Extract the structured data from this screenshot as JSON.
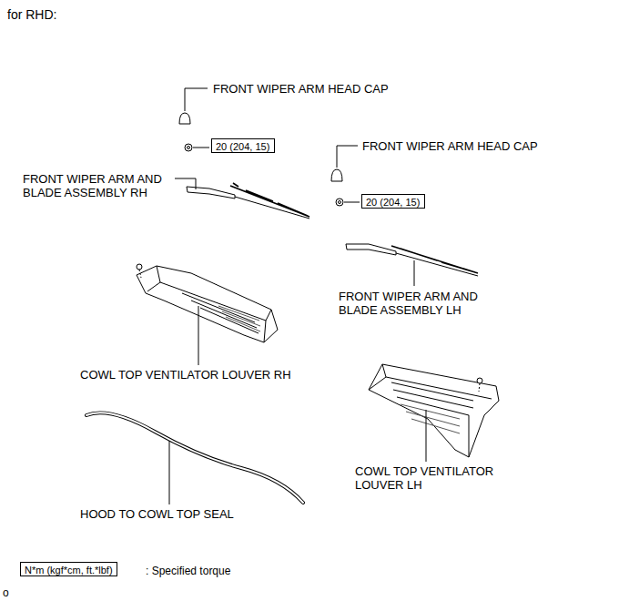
{
  "diagram": {
    "title": "for RHD:",
    "nodes": [
      {
        "text": [
          "20 (204, 15)"
        ]
      },
      {
        "text": [
          "20 (204, 15)"
        ]
      },
      {
        "text": [
          "N*m (kgf*cm, ft.*lbf)"
        ]
      }
    ],
    "labels": [
      "FRONT WIPER ARM HEAD CAP",
      "FRONT WIPER ARM HEAD CAP",
      "FRONT WIPER ARM AND BLADE ASSEMBLY RH",
      "FRONT WIPER ARM AND BLADE ASSEMBLY LH",
      "COWL TOP VENTILATOR LOUVER RH",
      "COWL TOP VENTILATOR LOUVER LH",
      "HOOD TO COWL TOP SEAL",
      ": Specified torque",
      "o"
    ]
  }
}
